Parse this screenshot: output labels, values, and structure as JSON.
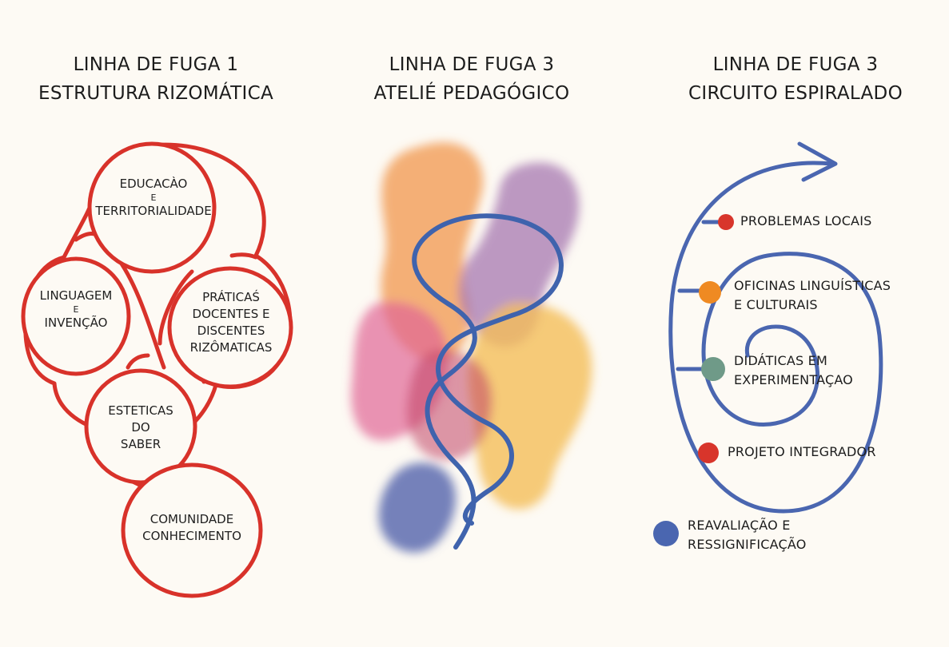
{
  "panels": [
    {
      "title_line1": "LINHA DE FUGA 1",
      "title_line2": "ESTRUTURA RIZOMÁTICA",
      "nodes": [
        {
          "line1": "EDUCACÀO",
          "line2": "E",
          "line3": "TERRITORIALIDADE"
        },
        {
          "line1": "LINGUAGEM",
          "line2": "E",
          "line3": "INVENÇÃO"
        },
        {
          "line1": "PRÁTICAŚ",
          "line2": "DOCENTES E",
          "line3": "DISCENTES",
          "line4": "RIZÔMATICAS"
        },
        {
          "line1": "ESTETICAS",
          "line2": "DO",
          "line3": "SABER"
        },
        {
          "line1": "COMUNIDADE",
          "line2": "CONHECIMENTO"
        }
      ],
      "stroke_color": "#d8322a"
    },
    {
      "title_line1": "LINHA DE FUGA 3",
      "title_line2": "ATELIÉ PEDAGÓGICO",
      "colors": [
        "#f4a05a",
        "#c57aa8",
        "#e2688c",
        "#f6c25c",
        "#5e6fb8",
        "#3f63ad"
      ]
    },
    {
      "title_line1": "LINHA DE FUGA 3",
      "title_line2": "CIRCUITO ESPIRALADO",
      "steps": [
        {
          "line1": "PROBLEMAS LOCAIS",
          "color": "#d8352b"
        },
        {
          "line1": "OFICINAS LINGUÍSTICAS",
          "line2": "E CULTURAIS",
          "color": "#ef8a22"
        },
        {
          "line1": "DIDÁTICAS EM",
          "line2": "EXPERIMENTAÇAO",
          "color": "#6f9a88"
        },
        {
          "line1": "PROJETO INTEGRADOR",
          "color": "#d8352b"
        },
        {
          "line1": "REAVALIAÇÃO E",
          "line2": "RESSIGNIFICAÇÃO",
          "color": "#4a66b0"
        }
      ],
      "spiral_color": "#4a66b0"
    }
  ]
}
